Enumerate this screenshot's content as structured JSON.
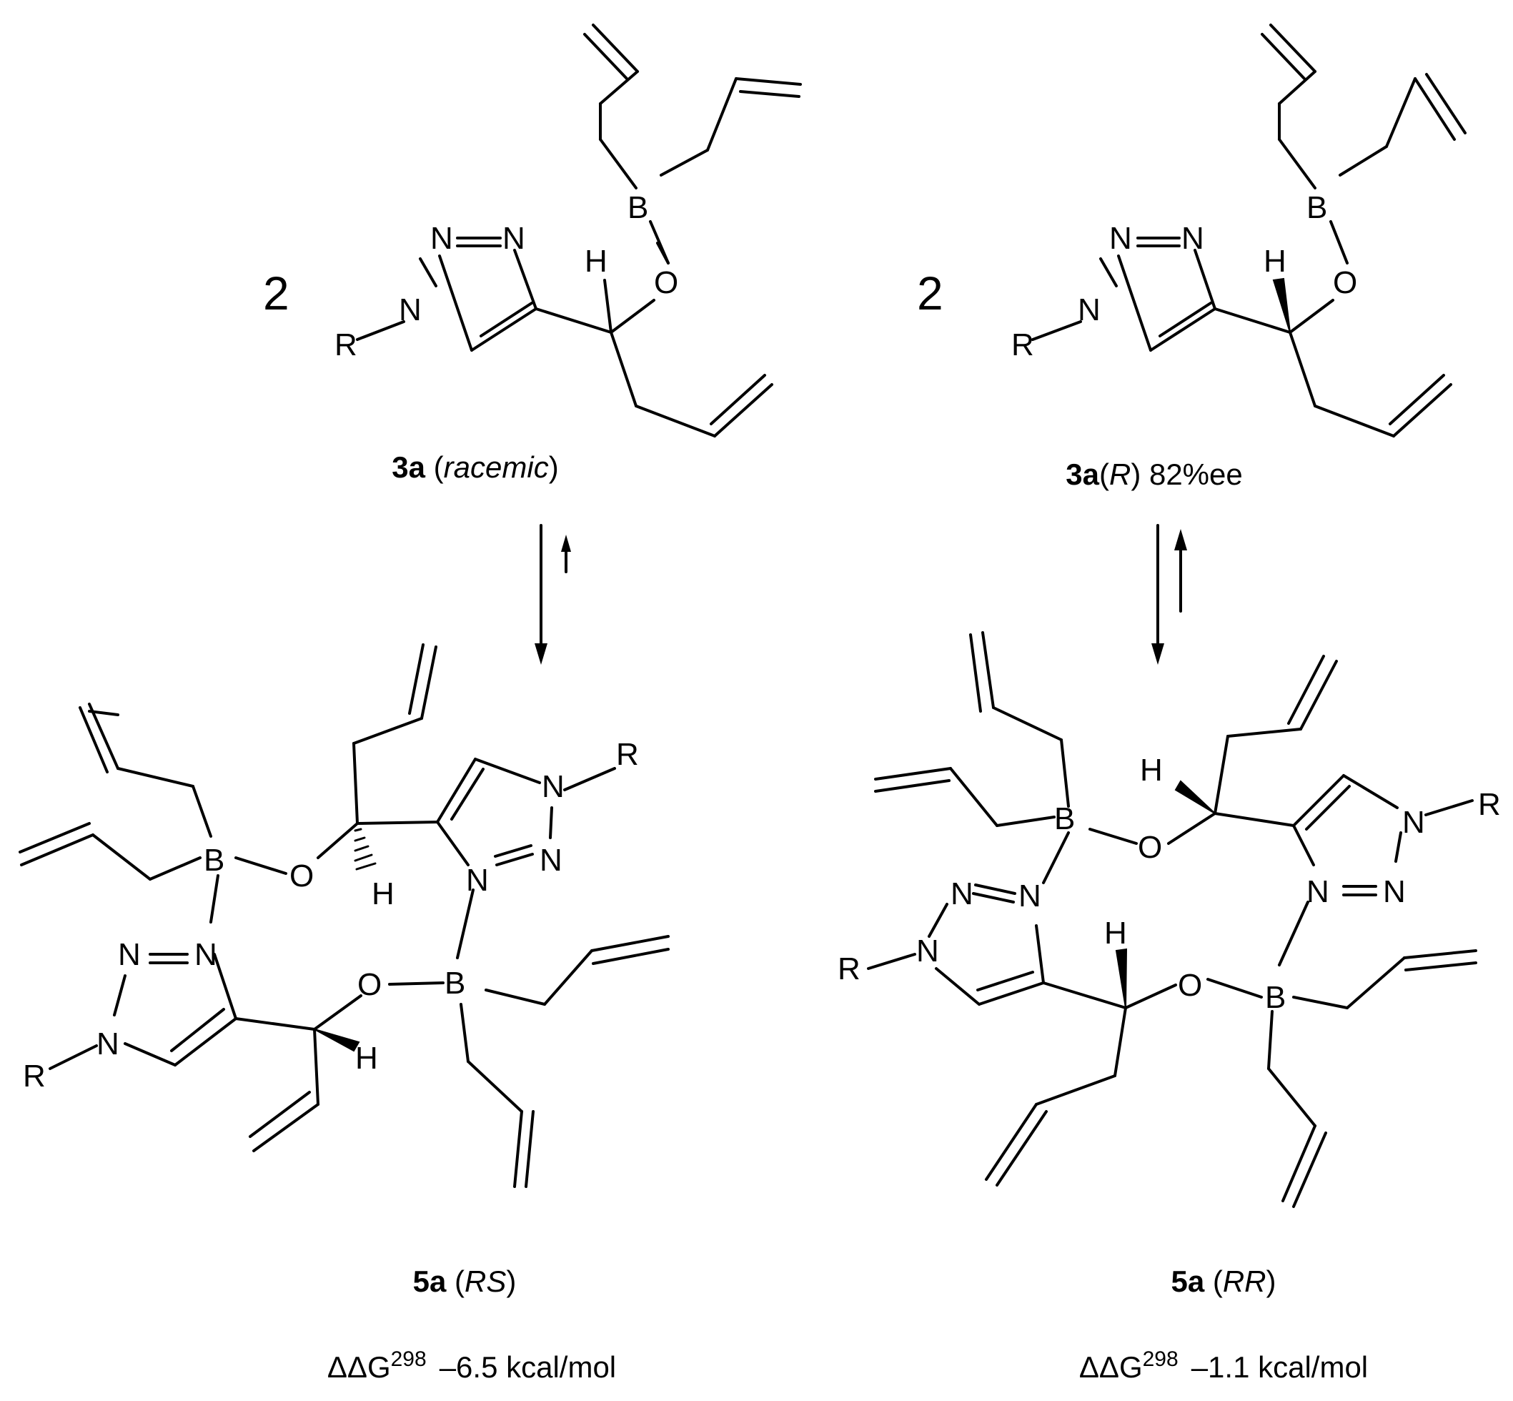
{
  "coefficient_left": "2",
  "coefficient_right": "2",
  "atoms": {
    "B": "B",
    "O": "O",
    "N": "N",
    "H": "H",
    "R": "R"
  },
  "labels": {
    "top_left": {
      "compound": "3a",
      "descriptor": "racemic"
    },
    "top_right": {
      "compound": "3a",
      "descriptor": "R",
      "suffix": "82%ee"
    },
    "bottom_left": {
      "compound": "5a",
      "descriptor": "RS"
    },
    "bottom_right": {
      "compound": "5a",
      "descriptor": "RR"
    }
  },
  "energies": {
    "left": {
      "symbol": "ΔΔG",
      "superscript": "298",
      "value": "–6.5 kcal/mol"
    },
    "right": {
      "symbol": "ΔΔG",
      "superscript": "298",
      "value": "–1.1 kcal/mol"
    }
  }
}
